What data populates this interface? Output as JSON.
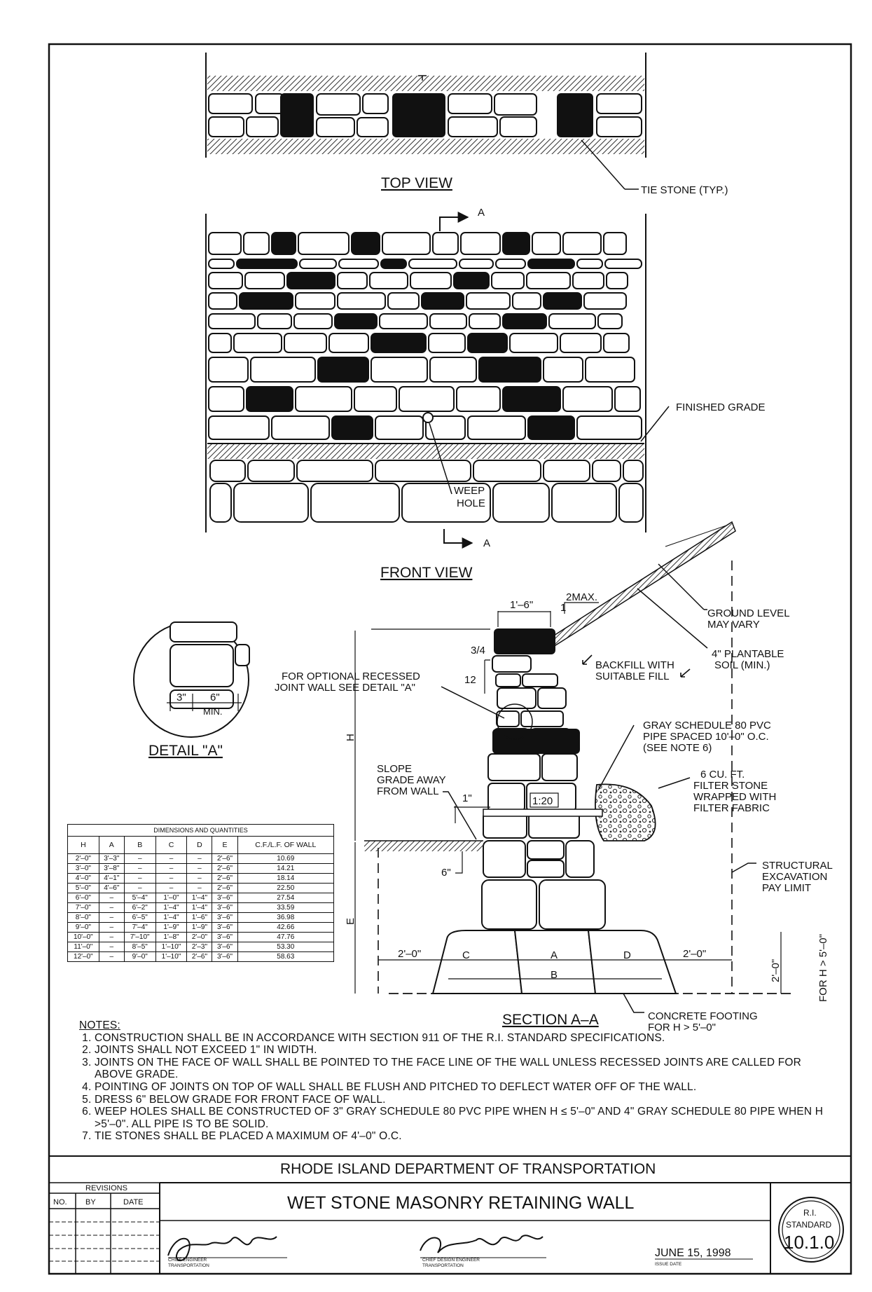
{
  "views": {
    "top_view_title": "TOP VIEW",
    "front_view_title": "FRONT VIEW",
    "section_title": "SECTION A–A",
    "detail_title": "DETAIL \"A\""
  },
  "callouts": {
    "tie_stone": "TIE STONE (TYP.)",
    "section_arrow_top": "A",
    "section_arrow_bottom": "A",
    "finished_grade": "FINISHED GRADE",
    "weep_hole_1": "WEEP",
    "weep_hole_2": "HOLE",
    "ground_level_1": "GROUND LEVEL",
    "ground_level_2": "MAY VARY",
    "plantable_soil_1": "4\" PLANTABLE",
    "plantable_soil_2": "SOIL (MIN.)",
    "backfill_1": "BACKFILL WITH",
    "backfill_2": "SUITABLE FILL",
    "optional_recessed_1": "FOR OPTIONAL RECESSED",
    "optional_recessed_2": "JOINT WALL SEE DETAIL \"A\"",
    "pvc_pipe_1": "GRAY SCHEDULE 80 PVC",
    "pvc_pipe_2": "PIPE SPACED 10'–0\" O.C.",
    "pvc_pipe_3": "(SEE NOTE 6)",
    "filter_stone_1": "6 CU. FT.",
    "filter_stone_2": "FILTER STONE",
    "filter_stone_3": "WRAPPED WITH",
    "filter_stone_4": "FILTER FABRIC",
    "slope_grade_1": "SLOPE",
    "slope_grade_2": "GRADE AWAY",
    "slope_grade_3": "FROM WALL",
    "excavation_1": "STRUCTURAL",
    "excavation_2": "EXCAVATION",
    "excavation_3": "PAY LIMIT",
    "footing_1": "CONCRETE FOOTING",
    "footing_2": "FOR H > 5'–0\"",
    "height_condition": "FOR H > 5'–0\""
  },
  "dimensions": {
    "top_width": "1'–6\"",
    "slope_max_1": "1",
    "slope_max_2": "2MAX.",
    "batter_top": "3/4",
    "batter_bottom": "12",
    "h_label": "H",
    "e_label": "E",
    "batter_ratio": "1:20",
    "one_inch": "1\"",
    "six_inch": "6\"",
    "footing_left": "2'–0\"",
    "footing_right": "2'–0\"",
    "footing_height": "2'–0\"",
    "dim_a": "A",
    "dim_b": "B",
    "dim_c": "C",
    "dim_d": "D",
    "detail_3in": "3\"",
    "detail_6in": "6\"",
    "detail_min": "MIN."
  },
  "table": {
    "caption": "DIMENSIONS AND QUANTITIES",
    "headers": [
      "H",
      "A",
      "B",
      "C",
      "D",
      "E",
      "C.F./L.F. OF WALL"
    ],
    "rows": [
      [
        "2'–0\"",
        "3'–3\"",
        "–",
        "–",
        "–",
        "2'–6\"",
        "10.69"
      ],
      [
        "3'–0\"",
        "3'–8\"",
        "–",
        "–",
        "–",
        "2'–6\"",
        "14.21"
      ],
      [
        "4'–0\"",
        "4'–1\"",
        "–",
        "–",
        "–",
        "2'–6\"",
        "18.14"
      ],
      [
        "5'–0\"",
        "4'–6\"",
        "–",
        "–",
        "–",
        "2'–6\"",
        "22.50"
      ],
      [
        "6'–0\"",
        "–",
        "5'–4\"",
        "1'–0\"",
        "1'–4\"",
        "3'–6\"",
        "27.54"
      ],
      [
        "7'–0\"",
        "–",
        "6'–2\"",
        "1'–4\"",
        "1'–4\"",
        "3'–6\"",
        "33.59"
      ],
      [
        "8'–0\"",
        "–",
        "6'–5\"",
        "1'–4\"",
        "1'–6\"",
        "3'–6\"",
        "36.98"
      ],
      [
        "9'–0\"",
        "–",
        "7'–4\"",
        "1'–9\"",
        "1'–9\"",
        "3'–6\"",
        "42.66"
      ],
      [
        "10'–0\"",
        "–",
        "7'–10\"",
        "1'–8\"",
        "2'–0\"",
        "3'–6\"",
        "47.76"
      ],
      [
        "11'–0\"",
        "–",
        "8'–5\"",
        "1'–10\"",
        "2'–3\"",
        "3'–6\"",
        "53.30"
      ],
      [
        "12'–0\"",
        "–",
        "9'–0\"",
        "1'–10\"",
        "2'–6\"",
        "3'–6\"",
        "58.63"
      ]
    ]
  },
  "notes": {
    "header": "NOTES:",
    "items": [
      "CONSTRUCTION SHALL BE IN ACCORDANCE WITH SECTION 911 OF THE R.I. STANDARD SPECIFICATIONS.",
      "JOINTS SHALL NOT EXCEED 1\" IN WIDTH.",
      "JOINTS ON THE FACE OF WALL SHALL BE POINTED TO THE FACE LINE OF THE WALL UNLESS RECESSED JOINTS ARE CALLED FOR ABOVE GRADE.",
      "POINTING OF JOINTS ON TOP OF WALL SHALL BE FLUSH AND PITCHED TO DEFLECT WATER OFF OF THE WALL.",
      "DRESS 6\" BELOW GRADE FOR FRONT FACE OF WALL.",
      "WEEP HOLES SHALL BE CONSTRUCTED OF 3\" GRAY SCHEDULE 80 PVC PIPE WHEN H ≤ 5'–0\" AND 4\" GRAY SCHEDULE 80 PIPE WHEN H >5'–0\". ALL PIPE IS TO BE SOLID.",
      "TIE STONES SHALL BE PLACED A MAXIMUM OF 4'–0\" O.C."
    ]
  },
  "title_block": {
    "agency": "RHODE ISLAND DEPARTMENT OF TRANSPORTATION",
    "drawing_title": "WET STONE MASONRY RETAINING WALL",
    "revisions_label": "REVISIONS",
    "rev_no": "NO.",
    "rev_by": "BY",
    "rev_date": "DATE",
    "sig1_title_1": "CHIEF ENGINEER",
    "sig1_title_2": "TRANSPORTATION",
    "sig2_title_1": "CHIEF DESIGN ENGINEER",
    "sig2_title_2": "TRANSPORTATION",
    "issue_date": "JUNE 15, 1998",
    "issue_date_label": "ISSUE DATE",
    "standard_label_1": "R.I.",
    "standard_label_2": "STANDARD",
    "standard_number": "10.1.0"
  }
}
